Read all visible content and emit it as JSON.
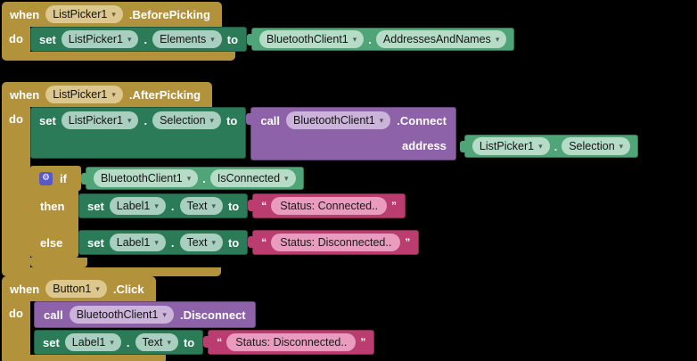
{
  "workspace": {
    "background": "#000000"
  },
  "palette": {
    "event_gold": "#b3923c",
    "setter_green": "#2b7a58",
    "getter_green": "#50a578",
    "call_purple": "#8d62a8",
    "text_pink": "#bb3c6e",
    "field_tan": "#dcc78e",
    "field_sage": "#a9cfc0",
    "field_mint": "#b6dcc7",
    "field_lavender": "#cbb3da",
    "field_pink": "#e99cbd",
    "mutator_blue": "#5a58c4"
  },
  "icons": {
    "mutator_gear": "⚙",
    "dropdown_arrow": "▾"
  },
  "keywords": {
    "when": "when",
    "do": "do",
    "set": "set",
    "to": "to",
    "call": "call",
    "if": "if",
    "then": "then",
    "else": "else",
    "address": "address",
    "dot": ".",
    "open_quote": "“",
    "close_quote": "”"
  },
  "stack1": {
    "component": "ListPicker1",
    "event": ".BeforePicking",
    "set_component": "ListPicker1",
    "set_property": "Elements",
    "value_component": "BluetoothClient1",
    "value_property": "AddressesAndNames"
  },
  "stack2": {
    "component": "ListPicker1",
    "event": ".AfterPicking",
    "set_component": "ListPicker1",
    "set_property": "Selection",
    "call_component": "BluetoothClient1",
    "call_method": ".Connect",
    "call_param": "address",
    "param_component": "ListPicker1",
    "param_property": "Selection",
    "cond_component": "BluetoothClient1",
    "cond_property": "IsConnected",
    "then_component": "Label1",
    "then_property": "Text",
    "then_text": "Status: Connected..",
    "else_component": "Label1",
    "else_property": "Text",
    "else_text": "Status: Disconnected.."
  },
  "stack3": {
    "component": "Button1",
    "event": ".Click",
    "call_component": "BluetoothClient1",
    "call_method": ".Disconnect",
    "set_component": "Label1",
    "set_property": "Text",
    "set_text": "Status: Disconnected.."
  }
}
